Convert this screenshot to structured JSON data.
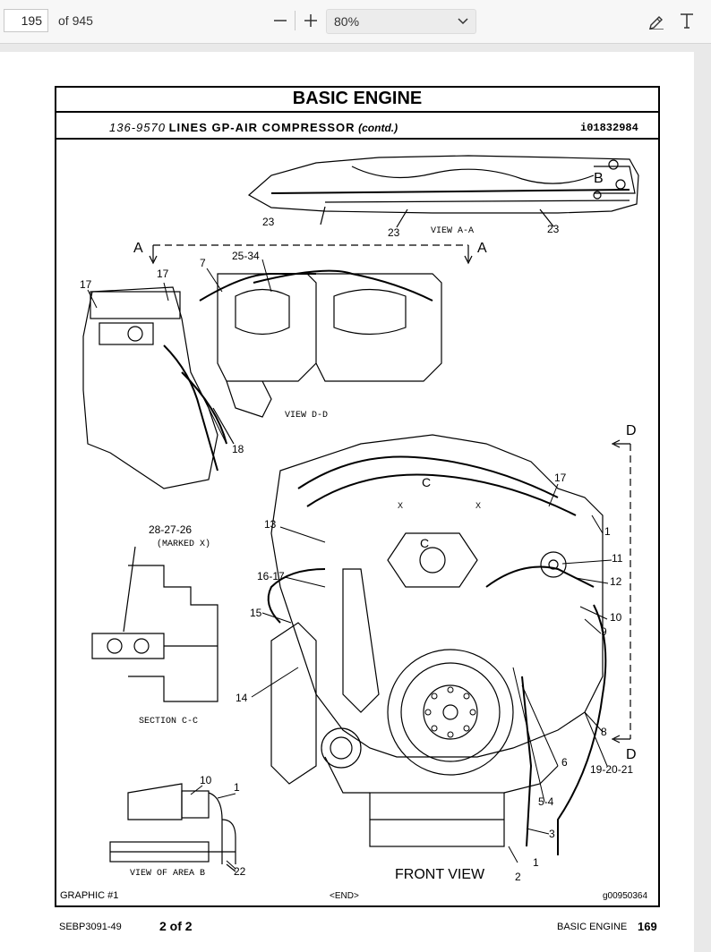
{
  "toolbar": {
    "page_current": "195",
    "page_total": "of 945",
    "zoom_out_icon": "minus-icon",
    "zoom_in_icon": "plus-icon",
    "zoom_value": "80%",
    "draw_icon": "pen-icon",
    "text_icon": "text-icon"
  },
  "document": {
    "title": "BASIC ENGINE",
    "part_number": "136-9570",
    "part_name": "LINES GP-AIR COMPRESSOR",
    "contd": "(contd.)",
    "illustration_id": "i01832984",
    "graphic_label": "GRAPHIC #1",
    "end_label": "<END>",
    "image_id": "g00950364"
  },
  "drawing_labels": {
    "view_aa": "VIEW A-A",
    "view_dd": "VIEW D-D",
    "front_view": "FRONT VIEW",
    "section_cc": "SECTION C-C",
    "view_area_b": "VIEW OF AREA B",
    "marked_x": "(MARKED X)",
    "callouts": {
      "c23a": "23",
      "c23b": "23",
      "c23c": "23",
      "a_left": "A",
      "a_right": "A",
      "b": "B",
      "c7": "7",
      "c25_34": "25-34",
      "c17a": "17",
      "c17b": "17",
      "c18": "18",
      "d_top": "D",
      "d_bottom": "D",
      "c17c": "17",
      "c1a": "1",
      "c11": "11",
      "c12": "12",
      "c10a": "10",
      "c9": "9",
      "c8": "8",
      "c19_20_21": "19-20-21",
      "c6": "6",
      "c5_4": "5-4",
      "c3": "3",
      "c1b": "1",
      "c2": "2",
      "c13": "13",
      "c16_17": "16-17",
      "c15": "15",
      "c14": "14",
      "c28_27_26": "28-27-26",
      "c10b": "10",
      "c1c": "1",
      "c22": "22",
      "c_top": "C",
      "c_mid": "C",
      "x1": "X",
      "x2": "X"
    }
  },
  "footer": {
    "doc_number": "SEBP3091-49",
    "page_of": "2 of 2",
    "section": "BASIC ENGINE",
    "page_number": "169"
  }
}
